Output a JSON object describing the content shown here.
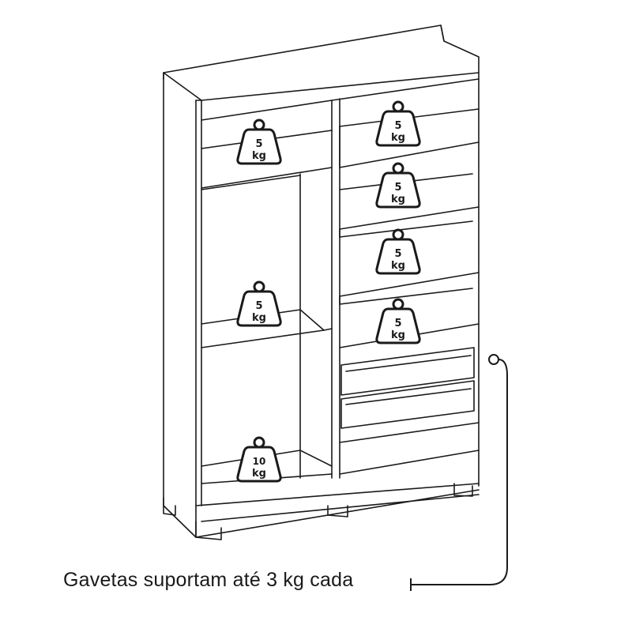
{
  "caption": "Gavetas suportam até 3 kg cada",
  "weights": [
    {
      "id": "top-left",
      "number": "5",
      "unit": "kg"
    },
    {
      "id": "top-right",
      "number": "5",
      "unit": "kg"
    },
    {
      "id": "right-shelf-1",
      "number": "5",
      "unit": "kg"
    },
    {
      "id": "right-shelf-2",
      "number": "5",
      "unit": "kg"
    },
    {
      "id": "right-shelf-3",
      "number": "5",
      "unit": "kg"
    },
    {
      "id": "left-shelf",
      "number": "5",
      "unit": "kg"
    },
    {
      "id": "bottom-left",
      "number": "10",
      "unit": "kg"
    }
  ],
  "colors": {
    "line": "#1a1a1a",
    "fill": "#ffffff"
  }
}
